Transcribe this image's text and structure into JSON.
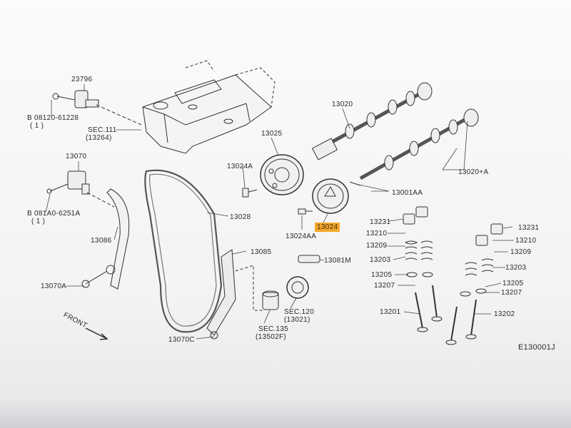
{
  "diagram_code": "E130001J",
  "front_label": "FRONT",
  "highlight_color": "#f4a62a",
  "parts": {
    "p23796": "23796",
    "p08120": "B 08120-61228",
    "p08120q": "( 1 )",
    "sec111": "SEC.111",
    "sec111b": "(13264)",
    "p13070": "13070",
    "p081a0": "B 081A0-6251A",
    "p081a0q": "( 1 )",
    "p13086": "13086",
    "p13070a": "13070A",
    "p13024a": "13024A",
    "p13025": "13025",
    "p13028": "13028",
    "p13024aa": "13024AA",
    "p13024": "13024",
    "p13085": "13085",
    "p13081m": "13081M",
    "p13070c": "13070C",
    "sec120": "SEC.120",
    "sec120b": "(13021)",
    "sec135": "SEC.135",
    "sec135b": "(13502F)",
    "p13020": "13020",
    "p13020a": "13020+A",
    "p13001aa": "13001AA",
    "p13231l": "13231",
    "p13210l": "13210",
    "p13209l": "13209",
    "p13203l": "13203",
    "p13205l": "13205",
    "p13207l": "13207",
    "p13201": "13201",
    "p13231r": "13231",
    "p13210r": "13210",
    "p13209r": "13209",
    "p13203r": "13203",
    "p13205r": "13205",
    "p13207r": "13207",
    "p13202": "13202"
  }
}
